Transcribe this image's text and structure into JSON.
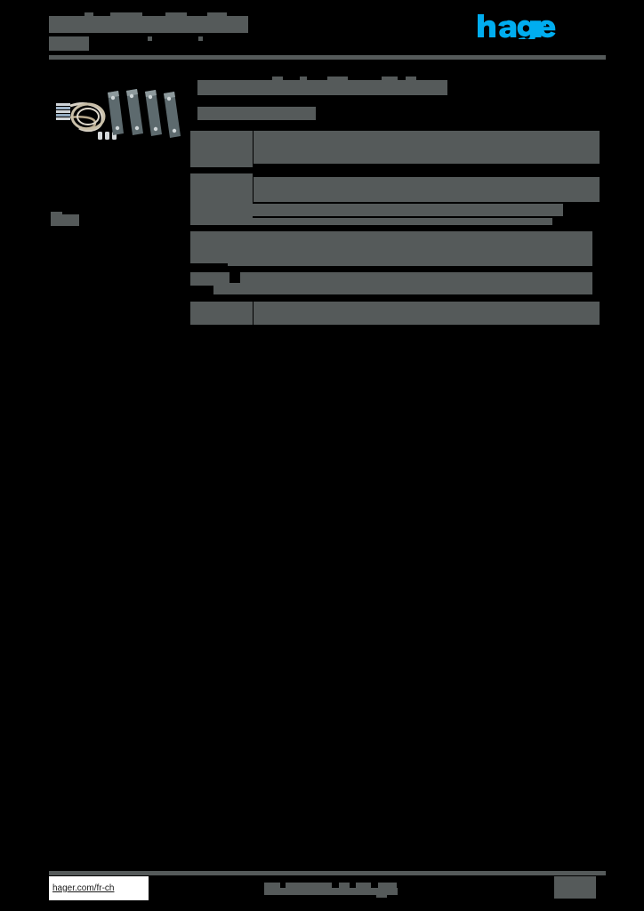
{
  "document": {
    "kind": "product-datasheet",
    "background_color": "#000000",
    "redaction_color": "#555a5a",
    "brand_color": "#00adef"
  },
  "header": {
    "title": "",
    "subtitle": "",
    "logo_name": "hager-logo",
    "logo_text": "hager"
  },
  "left_column": {
    "product_photo_alt": "product-photo-cable-rings-and-metal-brackets",
    "note": ""
  },
  "main": {
    "section_title": "",
    "subsection_title": "",
    "rows": [
      {
        "label": "",
        "values": [
          "",
          "",
          ""
        ]
      },
      {
        "label": "",
        "values": [
          "",
          "",
          ""
        ]
      },
      {
        "label": "",
        "values": [
          ""
        ]
      },
      {
        "label": "",
        "values": [
          "",
          ""
        ]
      },
      {
        "label": "",
        "values": [
          "",
          ""
        ]
      }
    ]
  },
  "footer": {
    "url": "hager.com/fr-ch",
    "center_text": "",
    "page_number": ""
  }
}
